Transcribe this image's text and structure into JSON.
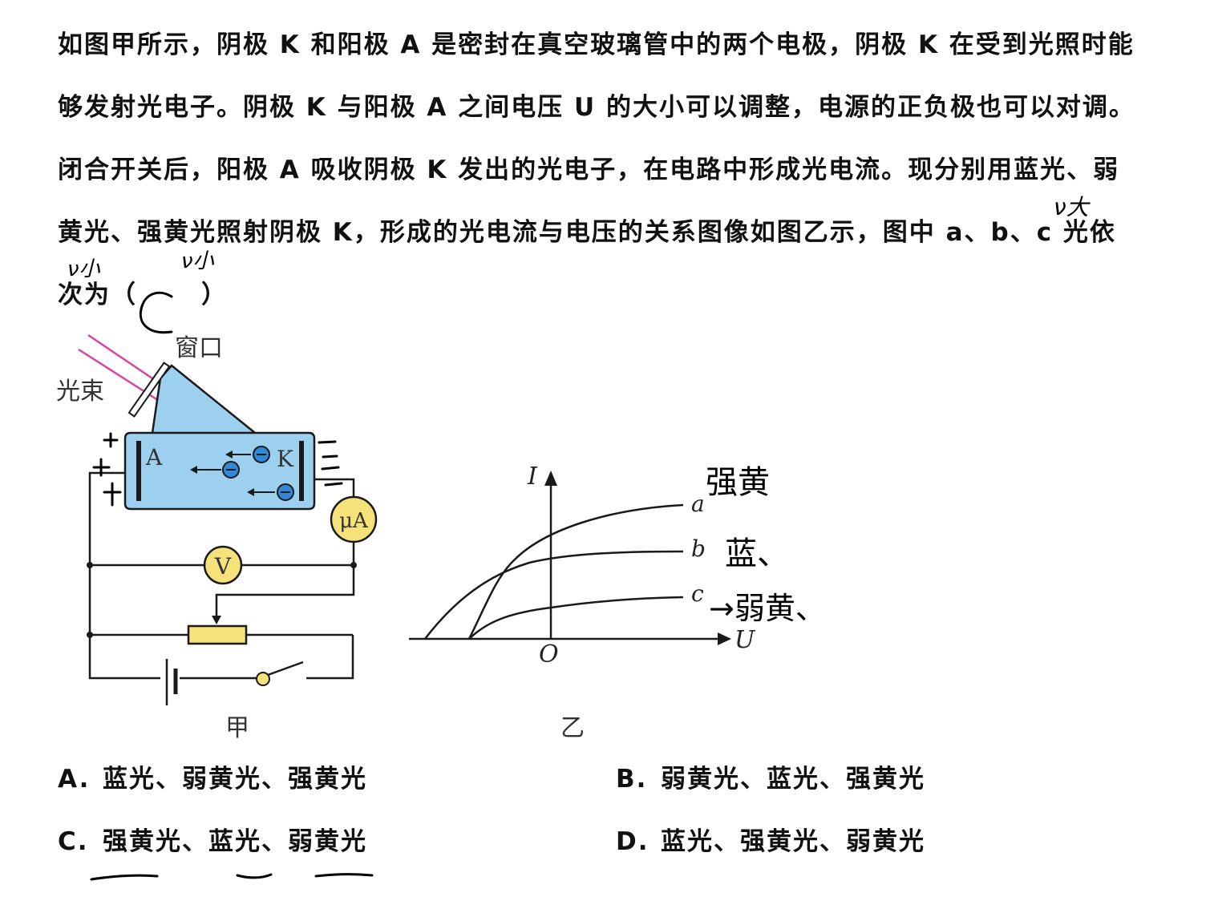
{
  "question": {
    "lines": [
      "如图甲所示，阴极 K 和阳极 A 是密封在真空玻璃管中的两个电极，阴极 K 在受到光照时能",
      "够发射光电子。阴极 K 与阳极 A 之间电压 U 的大小可以调整，电源的正负极也可以对调。",
      "闭合开关后，阳极 A 吸收阴极 K 发出的光电子，在电路中形成光电流。现分别用蓝光、弱",
      "黄光、强黄光照射阴极 K，形成的光电流与电压的关系图像如图乙示，图中 a、b、c 光依"
    ],
    "last_line": "次为（",
    "close_paren": "）"
  },
  "figure_jia": {
    "window_label": "窗口",
    "beam_label": "光束",
    "anode_label": "A",
    "cathode_label": "K",
    "ammeter_label": "μA",
    "voltmeter_label": "V",
    "caption": "甲"
  },
  "figure_yi": {
    "y_axis_label": "I",
    "x_axis_label": "U",
    "origin_label": "O",
    "curve_labels": [
      "a",
      "b",
      "c"
    ],
    "caption": "乙"
  },
  "options": [
    {
      "label": "A.",
      "text": "蓝光、弱黄光、强黄光"
    },
    {
      "label": "B.",
      "text": "弱黄光、蓝光、强黄光"
    },
    {
      "label": "C.",
      "text": "强黄光、蓝光、弱黄光"
    },
    {
      "label": "D.",
      "text": "蓝光、强黄光、弱黄光"
    }
  ],
  "handwriting": {
    "answer": "C",
    "a_note": "强黄",
    "b_note": "蓝、",
    "c_note": "→弱黄、",
    "nu_small_1": "ν小",
    "nu_small_2": "ν小",
    "nu_large": "ν大"
  }
}
